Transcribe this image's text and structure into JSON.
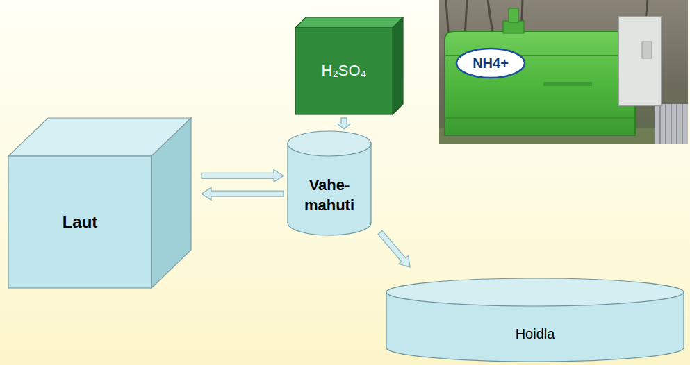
{
  "diagram": {
    "nodes": [
      {
        "text": [
          "Laut"
        ]
      },
      {
        "text": [
          "H₂SO₄"
        ]
      },
      {
        "text": [
          "Vahe- mahuti"
        ]
      },
      {
        "text": [
          "Hoidla"
        ]
      }
    ],
    "edges": [
      {
        "from": 0,
        "to": 2,
        "arrow": "to"
      },
      {
        "from": 2,
        "to": 0,
        "arrow": "to"
      },
      {
        "from": 1,
        "to": 2,
        "arrow": "to"
      },
      {
        "from": 2,
        "to": 3,
        "arrow": "to"
      }
    ],
    "labels": [
      "NH4+"
    ]
  }
}
